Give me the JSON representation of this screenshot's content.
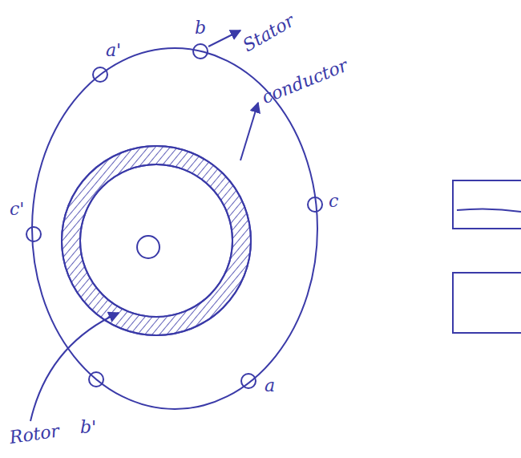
{
  "diagram": {
    "labels": [
      "a'",
      "b",
      "Stator",
      "conductor",
      "c",
      "c'",
      "a",
      "Rotor",
      "b'"
    ]
  }
}
